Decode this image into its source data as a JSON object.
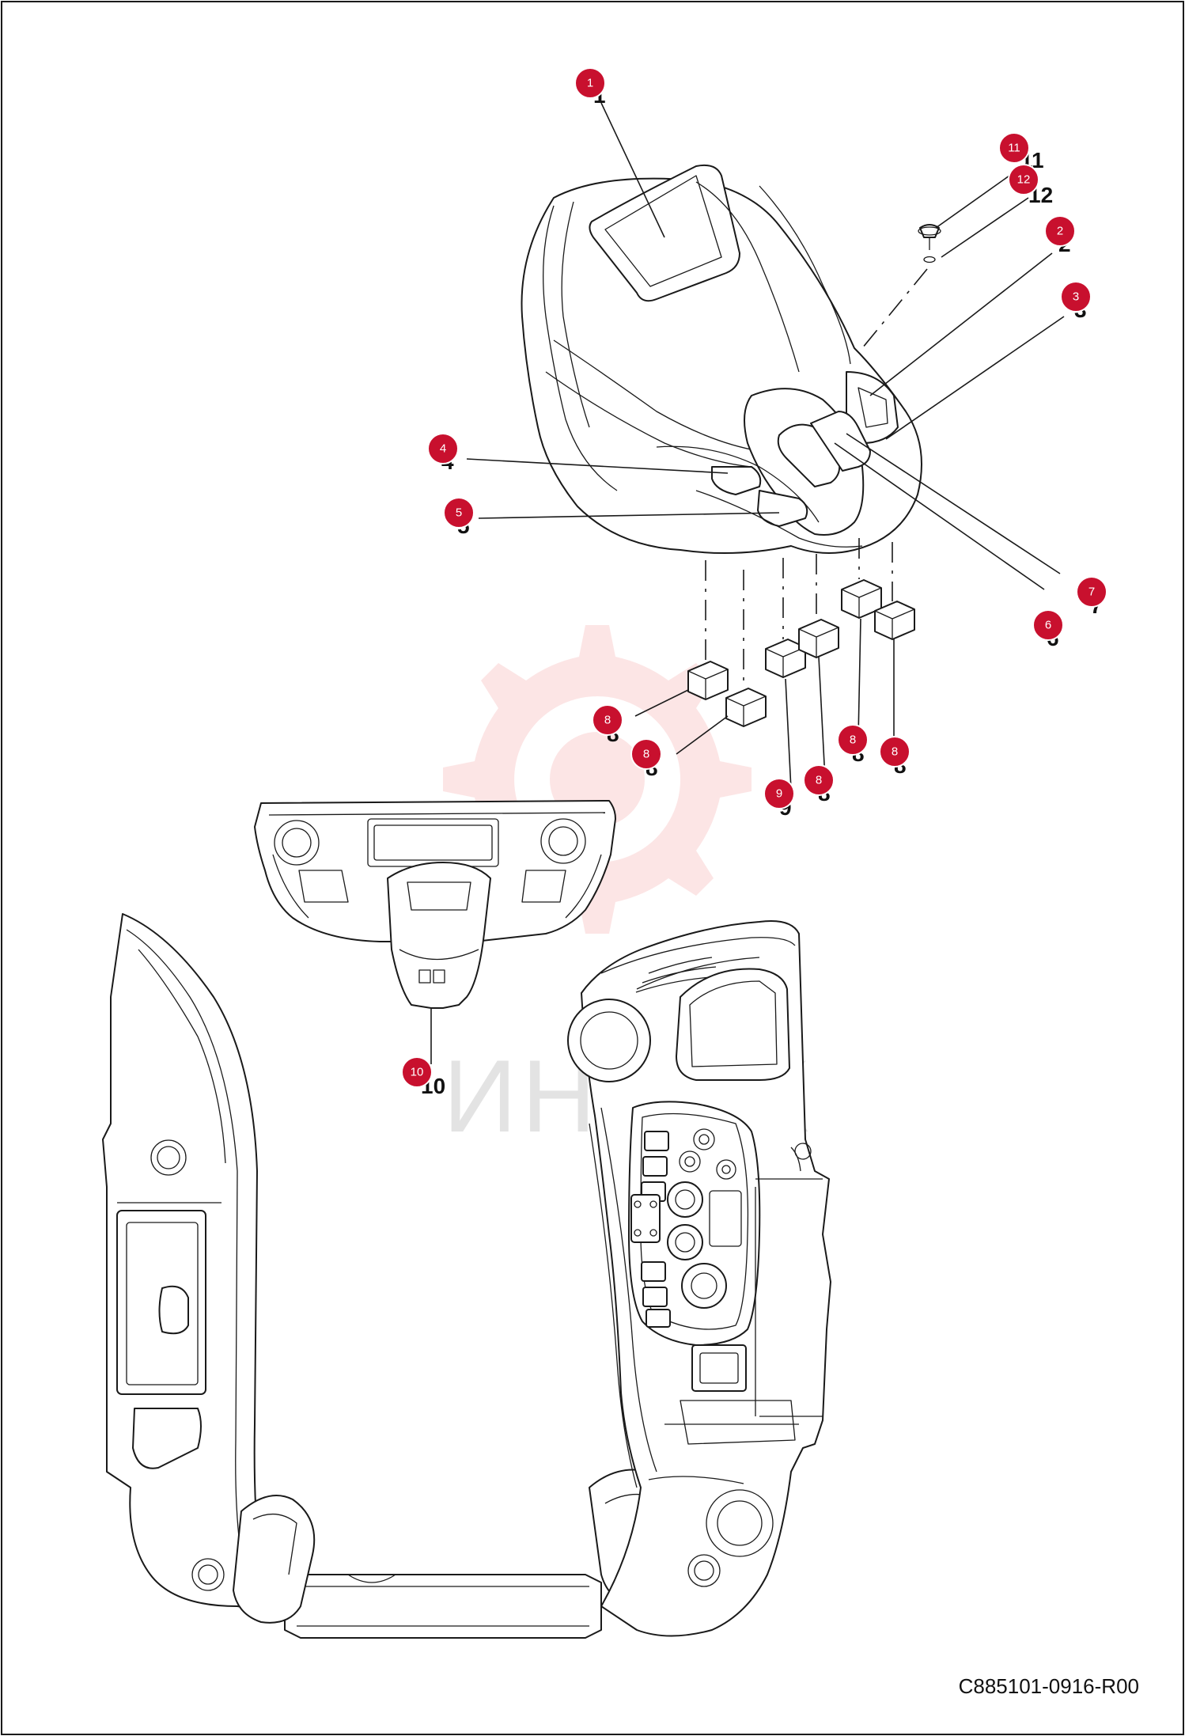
{
  "document_code": "C885101-0916-R00",
  "watermark_text": "ИНТЕХ",
  "accent_color": "#c8102e",
  "callouts": [
    {
      "id": "c1",
      "number": "1"
    },
    {
      "id": "c2",
      "number": "2"
    },
    {
      "id": "c3",
      "number": "3"
    },
    {
      "id": "c4",
      "number": "4"
    },
    {
      "id": "c5",
      "number": "5"
    },
    {
      "id": "c6",
      "number": "6"
    },
    {
      "id": "c7",
      "number": "7"
    },
    {
      "id": "c8a",
      "number": "8"
    },
    {
      "id": "c8b",
      "number": "8"
    },
    {
      "id": "c8c",
      "number": "8"
    },
    {
      "id": "c8d",
      "number": "8"
    },
    {
      "id": "c8e",
      "number": "8"
    },
    {
      "id": "c9",
      "number": "9"
    },
    {
      "id": "c10",
      "number": "10"
    },
    {
      "id": "c11",
      "number": "11"
    },
    {
      "id": "c12",
      "number": "12"
    }
  ]
}
